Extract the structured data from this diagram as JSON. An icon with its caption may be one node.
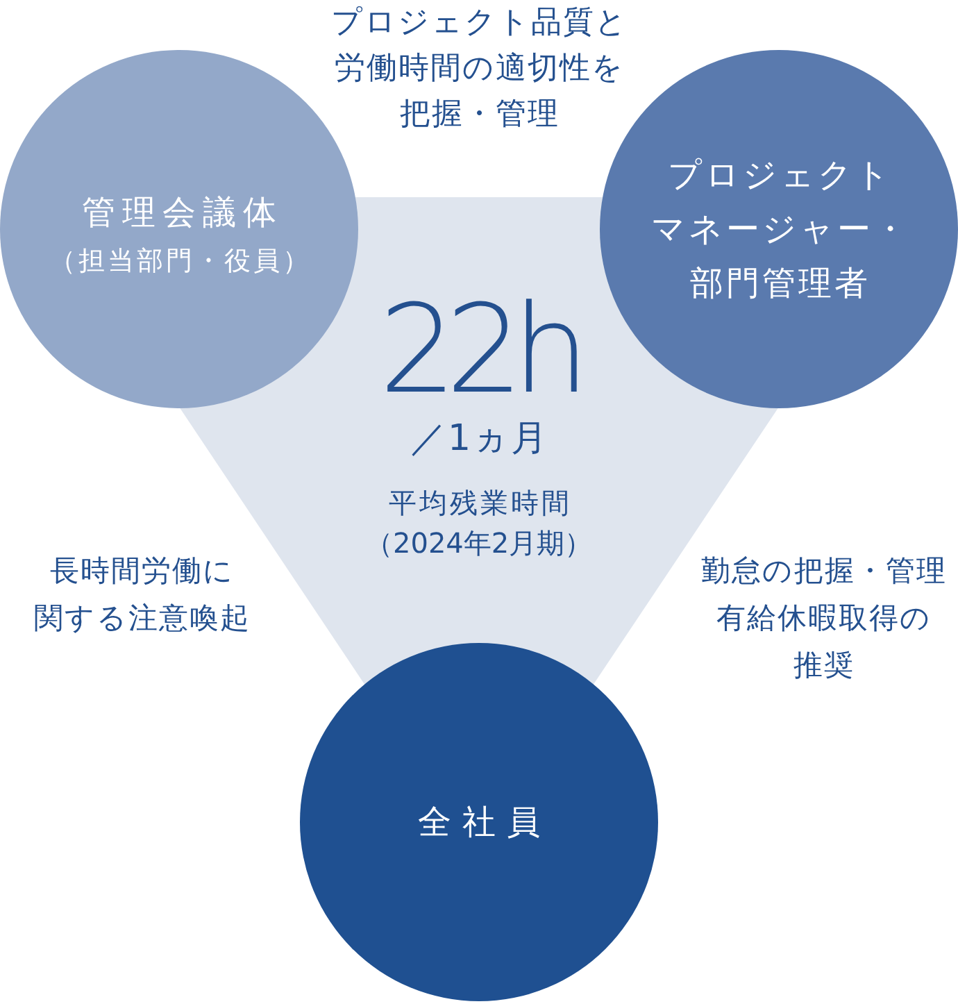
{
  "diagram": {
    "nodes": [
      {
        "text": [
          "管理会議体",
          "（担当部門・役員）"
        ]
      },
      {
        "text": [
          "プロジェクトマネージャー・部門管理者"
        ]
      },
      {
        "text": [
          "22h",
          "／1ヵ月",
          "平均残業時間",
          "（2024年2月期）"
        ]
      },
      {
        "text": [
          "全社員"
        ]
      }
    ],
    "labels": [
      "プロジェクト品質と労働時間の適切性を把握・管理",
      "長時間労働に関する注意喚起",
      "勤怠の把握・管理有給休暇取得の推奨"
    ]
  }
}
